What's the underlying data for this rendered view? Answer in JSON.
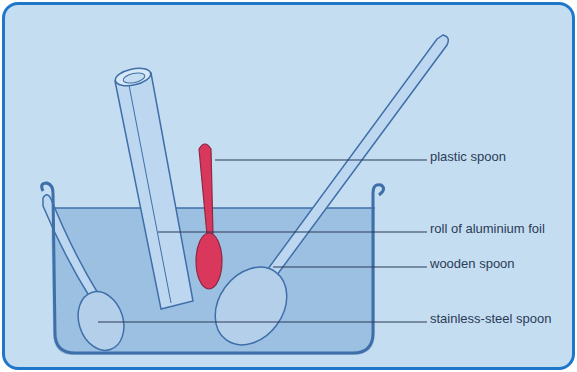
{
  "diagram": {
    "labels": [
      "plastic spoon",
      "roll of aluminium foil",
      "wooden spoon",
      "stainless-steel spoon"
    ]
  }
}
